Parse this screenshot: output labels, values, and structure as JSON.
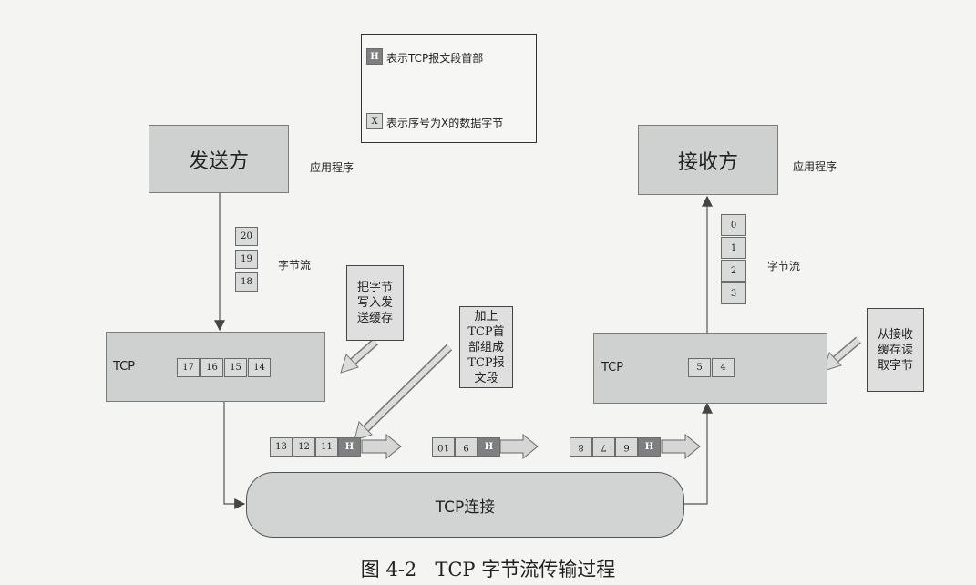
{
  "legend": {
    "header_sample": "H",
    "header_text": "表示TCP报文段首部",
    "byte_sample": "X",
    "byte_text": "表示序号为X的数据字节"
  },
  "sender": {
    "title": "发送方",
    "app_label": "应用程序"
  },
  "receiver": {
    "title": "接收方",
    "app_label": "应用程序"
  },
  "byte_stream_label_left": "字节流",
  "byte_stream_label_right": "字节流",
  "send_stream": [
    "20",
    "19",
    "18"
  ],
  "recv_stream": [
    "0",
    "1",
    "2",
    "3"
  ],
  "tcp_left": {
    "label": "TCP",
    "buffer": [
      "17",
      "16",
      "15",
      "14"
    ]
  },
  "tcp_right": {
    "label": "TCP",
    "buffer": [
      "5",
      "4"
    ]
  },
  "notes": {
    "write": "把字节\n写入发\n送缓存",
    "add_header": "加上\nTCP首\n部组成\nTCP报\n文段",
    "read": "从接收\n缓存读\n取字节"
  },
  "segments": {
    "seg1": [
      "13",
      "12",
      "11",
      "H"
    ],
    "seg2": [
      "10",
      "9",
      "H"
    ],
    "seg3": [
      "8",
      "7",
      "6",
      "H"
    ]
  },
  "connection": "TCP连接",
  "caption": "图 4-2   TCP 字节流传输过程",
  "colors": {
    "box": "#cfd1d1",
    "header_cell": "#7d7f80",
    "arrow": "#d6d6d6"
  }
}
